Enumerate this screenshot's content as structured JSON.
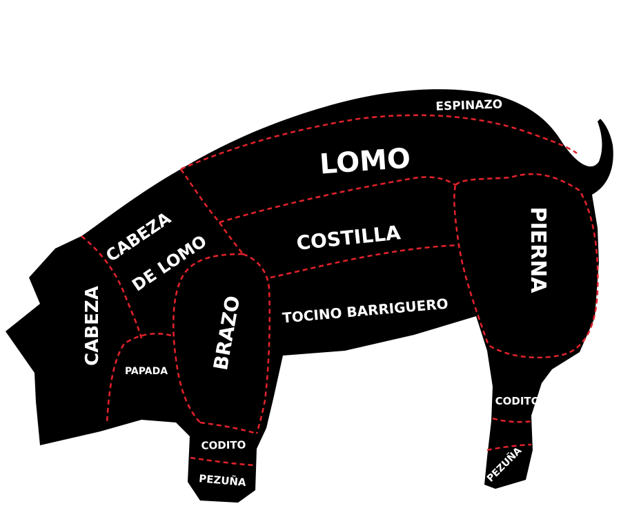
{
  "colors": {
    "background": "#ffffff",
    "silhouette": "#000000",
    "cut_line": "#e0222b",
    "label": "#ffffff"
  },
  "labels": {
    "espinazo": "ESPINAZO",
    "lomo": "LOMO",
    "cabeza_de_lomo_line1": "CABEZA",
    "cabeza_de_lomo_line2": "DE LOMO",
    "costilla": "COSTILLA",
    "pierna": "PIERNA",
    "cabeza": "CABEZA",
    "tocino_barriguero": "TOCINO BARRIGUERO",
    "brazo": "BRAZO",
    "papada": "PAPADA",
    "codito_front": "CODITO",
    "codito_rear": "CODITO",
    "pezuna_front": "PEZUÑA",
    "pezuna_rear": "PEZUÑA"
  }
}
